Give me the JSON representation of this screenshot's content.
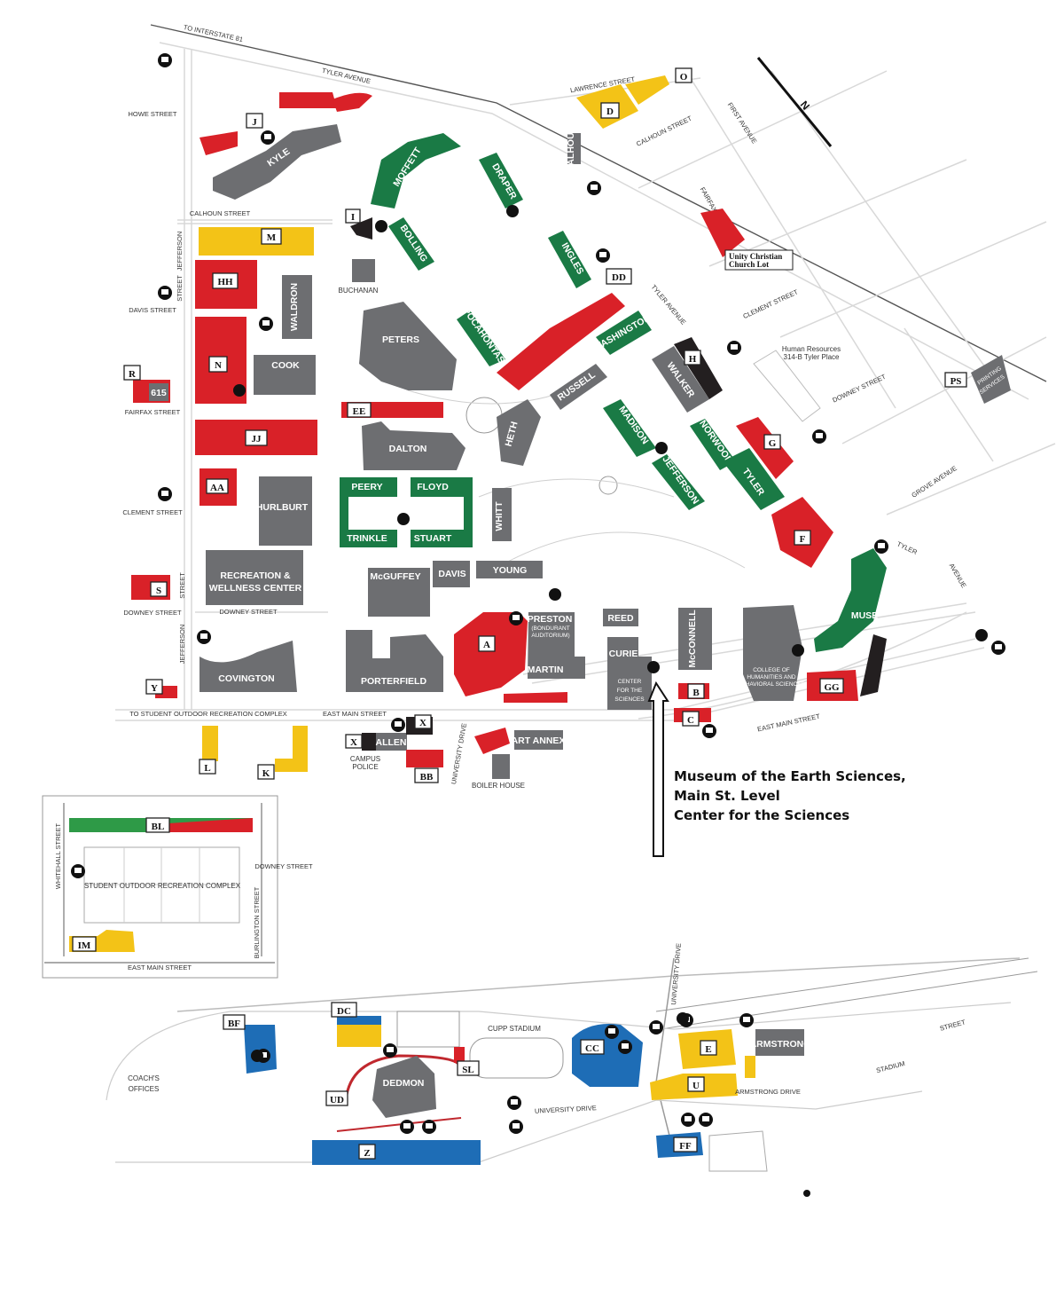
{
  "north_arrow": "N",
  "streets": {
    "tyler_avenue_top": "TYLER AVENUE",
    "to_interstate": "TO INTERSTATE 81",
    "lawrence": "LAWRENCE STREET",
    "howe": "HOWE STREET",
    "calhoun": "CALHOUN STREET",
    "calhoun_east": "CALHOUN STREET",
    "first_avenue": "FIRST AVENUE",
    "fairfax_east": "FAIRFAX STREET",
    "jefferson_upper": "JEFFERSON",
    "jefferson_street_upper": "STREET",
    "davis": "DAVIS STREET",
    "fairfax_west": "FAIRFAX STREET",
    "clement_west": "CLEMENT STREET",
    "clement_east": "CLEMENT STREET",
    "street_mid": "STREET",
    "downey_west": "DOWNEY STREET",
    "downey_inner": "DOWNEY STREET",
    "jefferson_lower": "JEFFERSON",
    "downey_east": "DOWNEY STREET",
    "tyler_avenue_mid": "TYLER AVENUE",
    "grove_avenue": "GROVE AVENUE",
    "tyler_right": "TYLER",
    "avenue_right": "AVENUE",
    "east_main": "EAST MAIN STREET",
    "east_main_right": "EAST MAIN STREET",
    "to_student_outdoor": "TO STUDENT OUTDOOR RECREATION COMPLEX",
    "university_drive": "UNIVERSITY DRIVE",
    "whitehall": "WHITEHALL STREET",
    "downey_inset": "DOWNEY STREET",
    "burlington": "BURLINGTON STREET",
    "east_main_inset": "EAST MAIN STREET",
    "university_drive_bottom": "UNIVERSITY DRIVE",
    "university_drive_vertical": "UNIVERSITY DRIVE",
    "armstrong_drive": "ARMSTRONG DRIVE",
    "stadium_road": "STADIUM",
    "street_bottom": "STREET"
  },
  "buildings": {
    "kyle": "KYLE",
    "moffett": "MOFFETT",
    "draper": "DRAPER",
    "bolling": "BOLLING",
    "ingles": "INGLES",
    "calhoun": "CALHOUN",
    "buchanan": "BUCHANAN",
    "waldron": "WALDRON",
    "peters": "PETERS",
    "pocahontas": "POCAHONTAS",
    "washington": "WASHINGTON",
    "cook": "COOK",
    "bldg_615": "615",
    "russell": "RUSSELL",
    "walker": "WALKER",
    "madison": "MADISON",
    "norwood": "NORWOOD",
    "heth": "HETH",
    "dalton": "DALTON",
    "jefferson": "JEFFERSON",
    "tyler": "TYLER",
    "hurlburt": "HURLBURT",
    "peery": "PEERY",
    "floyd": "FLOYD",
    "trinkle": "TRINKLE",
    "stuart": "STUART",
    "whitt": "WHITT",
    "recreation_1": "RECREATION &",
    "recreation_2": "WELLNESS CENTER",
    "mcguffey": "McGUFFEY",
    "davis": "DAVIS",
    "young": "YOUNG",
    "muse": "MUSE",
    "reed": "REED",
    "preston": "PRESTON",
    "preston_sub1": "(BONDURANT",
    "preston_sub2": "AUDITORIUM)",
    "curie": "CURIE",
    "mcconnell": "McCONNELL",
    "cohbs_1": "COLLEGE OF",
    "cohbs_2": "HUMANITIES AND",
    "cohbs_3": "BEHAVIORAL SCIENCES",
    "covington": "COVINGTON",
    "porterfield": "PORTERFIELD",
    "martin": "MARTIN",
    "cfs_1": "CENTER",
    "cfs_2": "FOR THE",
    "cfs_3": "SCIENCES",
    "allen": "ALLEN",
    "art_annex": "ART ANNEX",
    "campus_police_1": "CAMPUS",
    "campus_police_2": "POLICE",
    "boiler_house": "BOILER HOUSE",
    "printing_1": "PRINTING",
    "printing_2": "SERVICES",
    "human_resources_1": "Human Resources",
    "human_resources_2": "314-B Tyler Place",
    "student_outdoor": "STUDENT OUTDOOR RECREATION COMPLEX",
    "coaches_1": "COACH'S",
    "coaches_2": "OFFICES",
    "dedmon": "DEDMON",
    "cupp_stadium": "CUPP STADIUM",
    "armstrong": "ARMSTRONG"
  },
  "church_lot": {
    "line1": "Unity Christian",
    "line2": "Church Lot"
  },
  "lots": {
    "O": "O",
    "D": "D",
    "J": "J",
    "I": "I",
    "M": "M",
    "HH": "HH",
    "DD": "DD",
    "N": "N",
    "R": "R",
    "H": "H",
    "PS": "PS",
    "EE": "EE",
    "JJ": "JJ",
    "G": "G",
    "AA": "AA",
    "F": "F",
    "S": "S",
    "A": "A",
    "B": "B",
    "GG": "GG",
    "C": "C",
    "Y": "Y",
    "X1": "X",
    "X2": "X",
    "L": "L",
    "K": "K",
    "BB": "BB",
    "BL": "BL",
    "IM": "IM",
    "BF": "BF",
    "DC": "DC",
    "CC": "CC",
    "E": "E",
    "SL": "SL",
    "UD": "UD",
    "U": "U",
    "FF": "FF",
    "Z": "Z"
  },
  "annotation": {
    "line1": "Museum of the Earth Sciences,",
    "line2": "Main St. Level",
    "line3": "Center for the Sciences"
  },
  "colors": {
    "building": "#6d6e71",
    "red_lot": "#d92128",
    "residence_hall": "#1a7a45",
    "yellow_lot": "#f3c317",
    "blue_lot": "#1e6db6"
  }
}
